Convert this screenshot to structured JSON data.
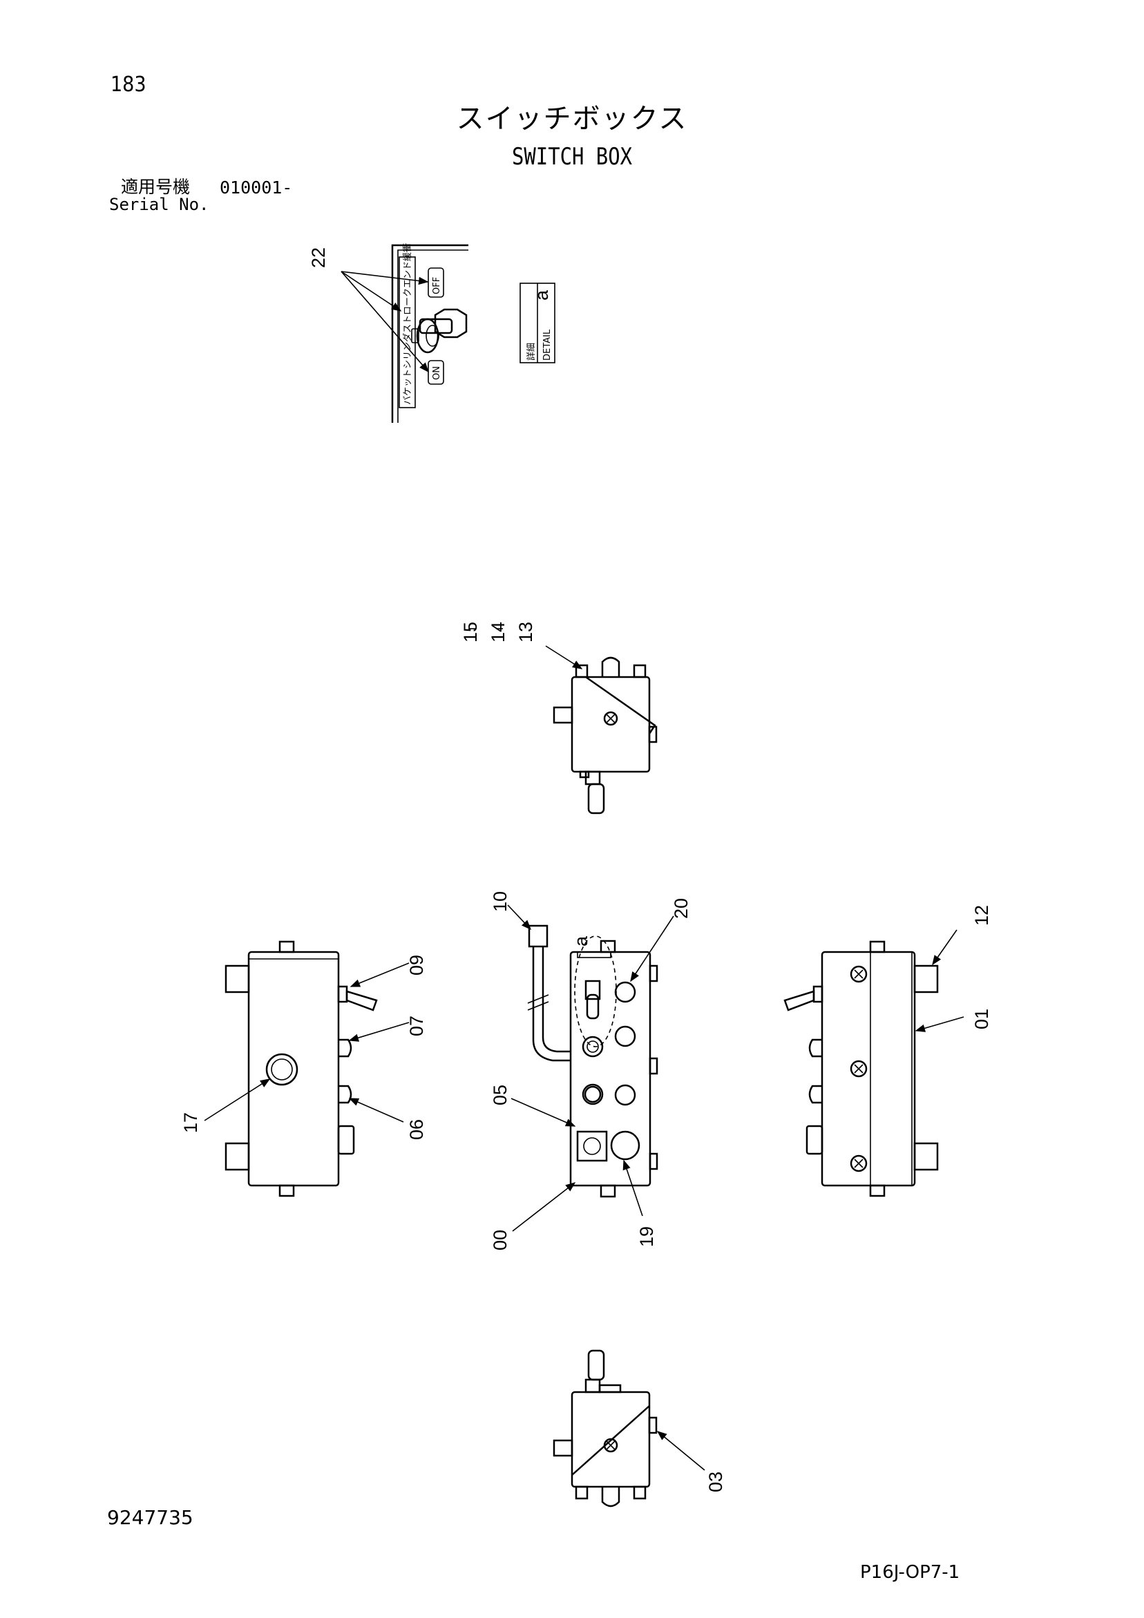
{
  "page_number": "183",
  "title": {
    "japanese": "スイッチボックス",
    "english": "SWITCH BOX"
  },
  "serial": {
    "label_jp": "適用号機",
    "value": "010001-",
    "label_en": "Serial No."
  },
  "document_number": "9247735",
  "drawing_code": "P16J-OP7-1",
  "detail": {
    "label_jp": "詳細",
    "label_en": "DETAIL",
    "letter": "a"
  },
  "switch_labels": {
    "off": "OFF",
    "on": "ON",
    "plate_text": "バケットシリンダストロークエンド緩衝"
  },
  "callouts": [
    "22",
    "15",
    "14",
    "13",
    "10",
    "20",
    "12",
    "09",
    "07",
    "06",
    "17",
    "05",
    "01",
    "00",
    "19",
    "03"
  ],
  "detail_ref": "a"
}
